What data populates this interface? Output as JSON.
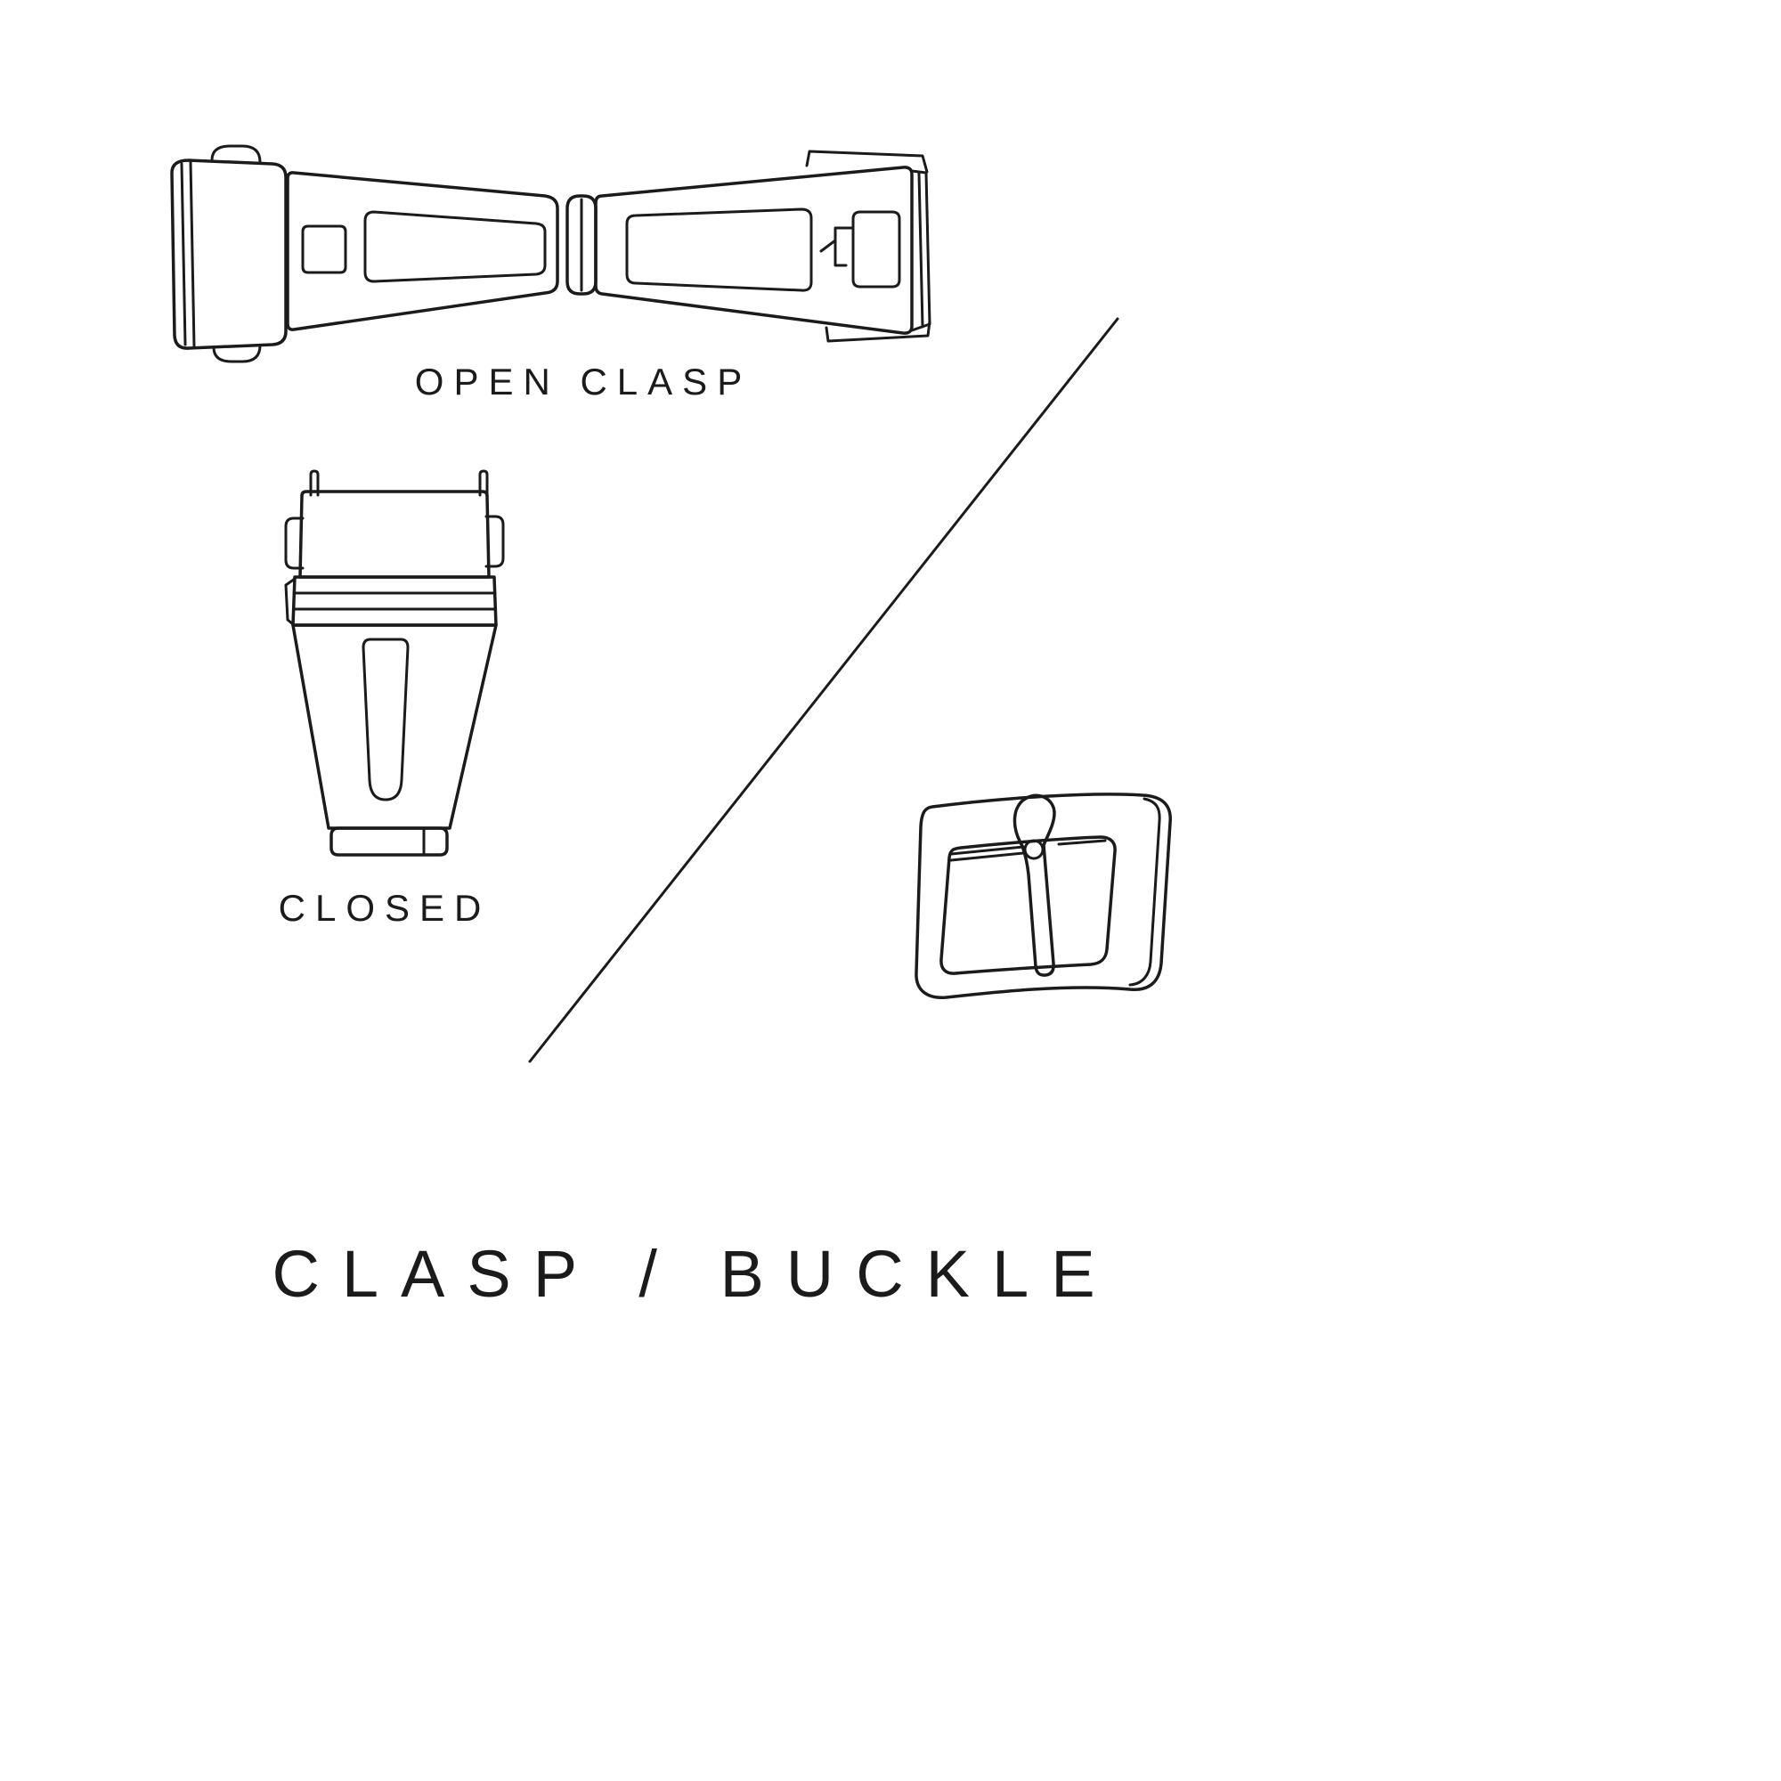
{
  "colors": {
    "background": "#ffffff",
    "line": "#1b1b1b",
    "text": "#1b1b1b"
  },
  "figures": {
    "open_clasp": {
      "label": "OPEN CLASP",
      "icon": "open-clasp-illustration"
    },
    "closed_clasp": {
      "label": "CLOSED",
      "icon": "closed-clasp-illustration"
    },
    "buckle": {
      "icon": "buckle-illustration"
    }
  },
  "divider": {
    "icon": "diagonal-divider-line"
  },
  "title": "CLASP / BUCKLE"
}
